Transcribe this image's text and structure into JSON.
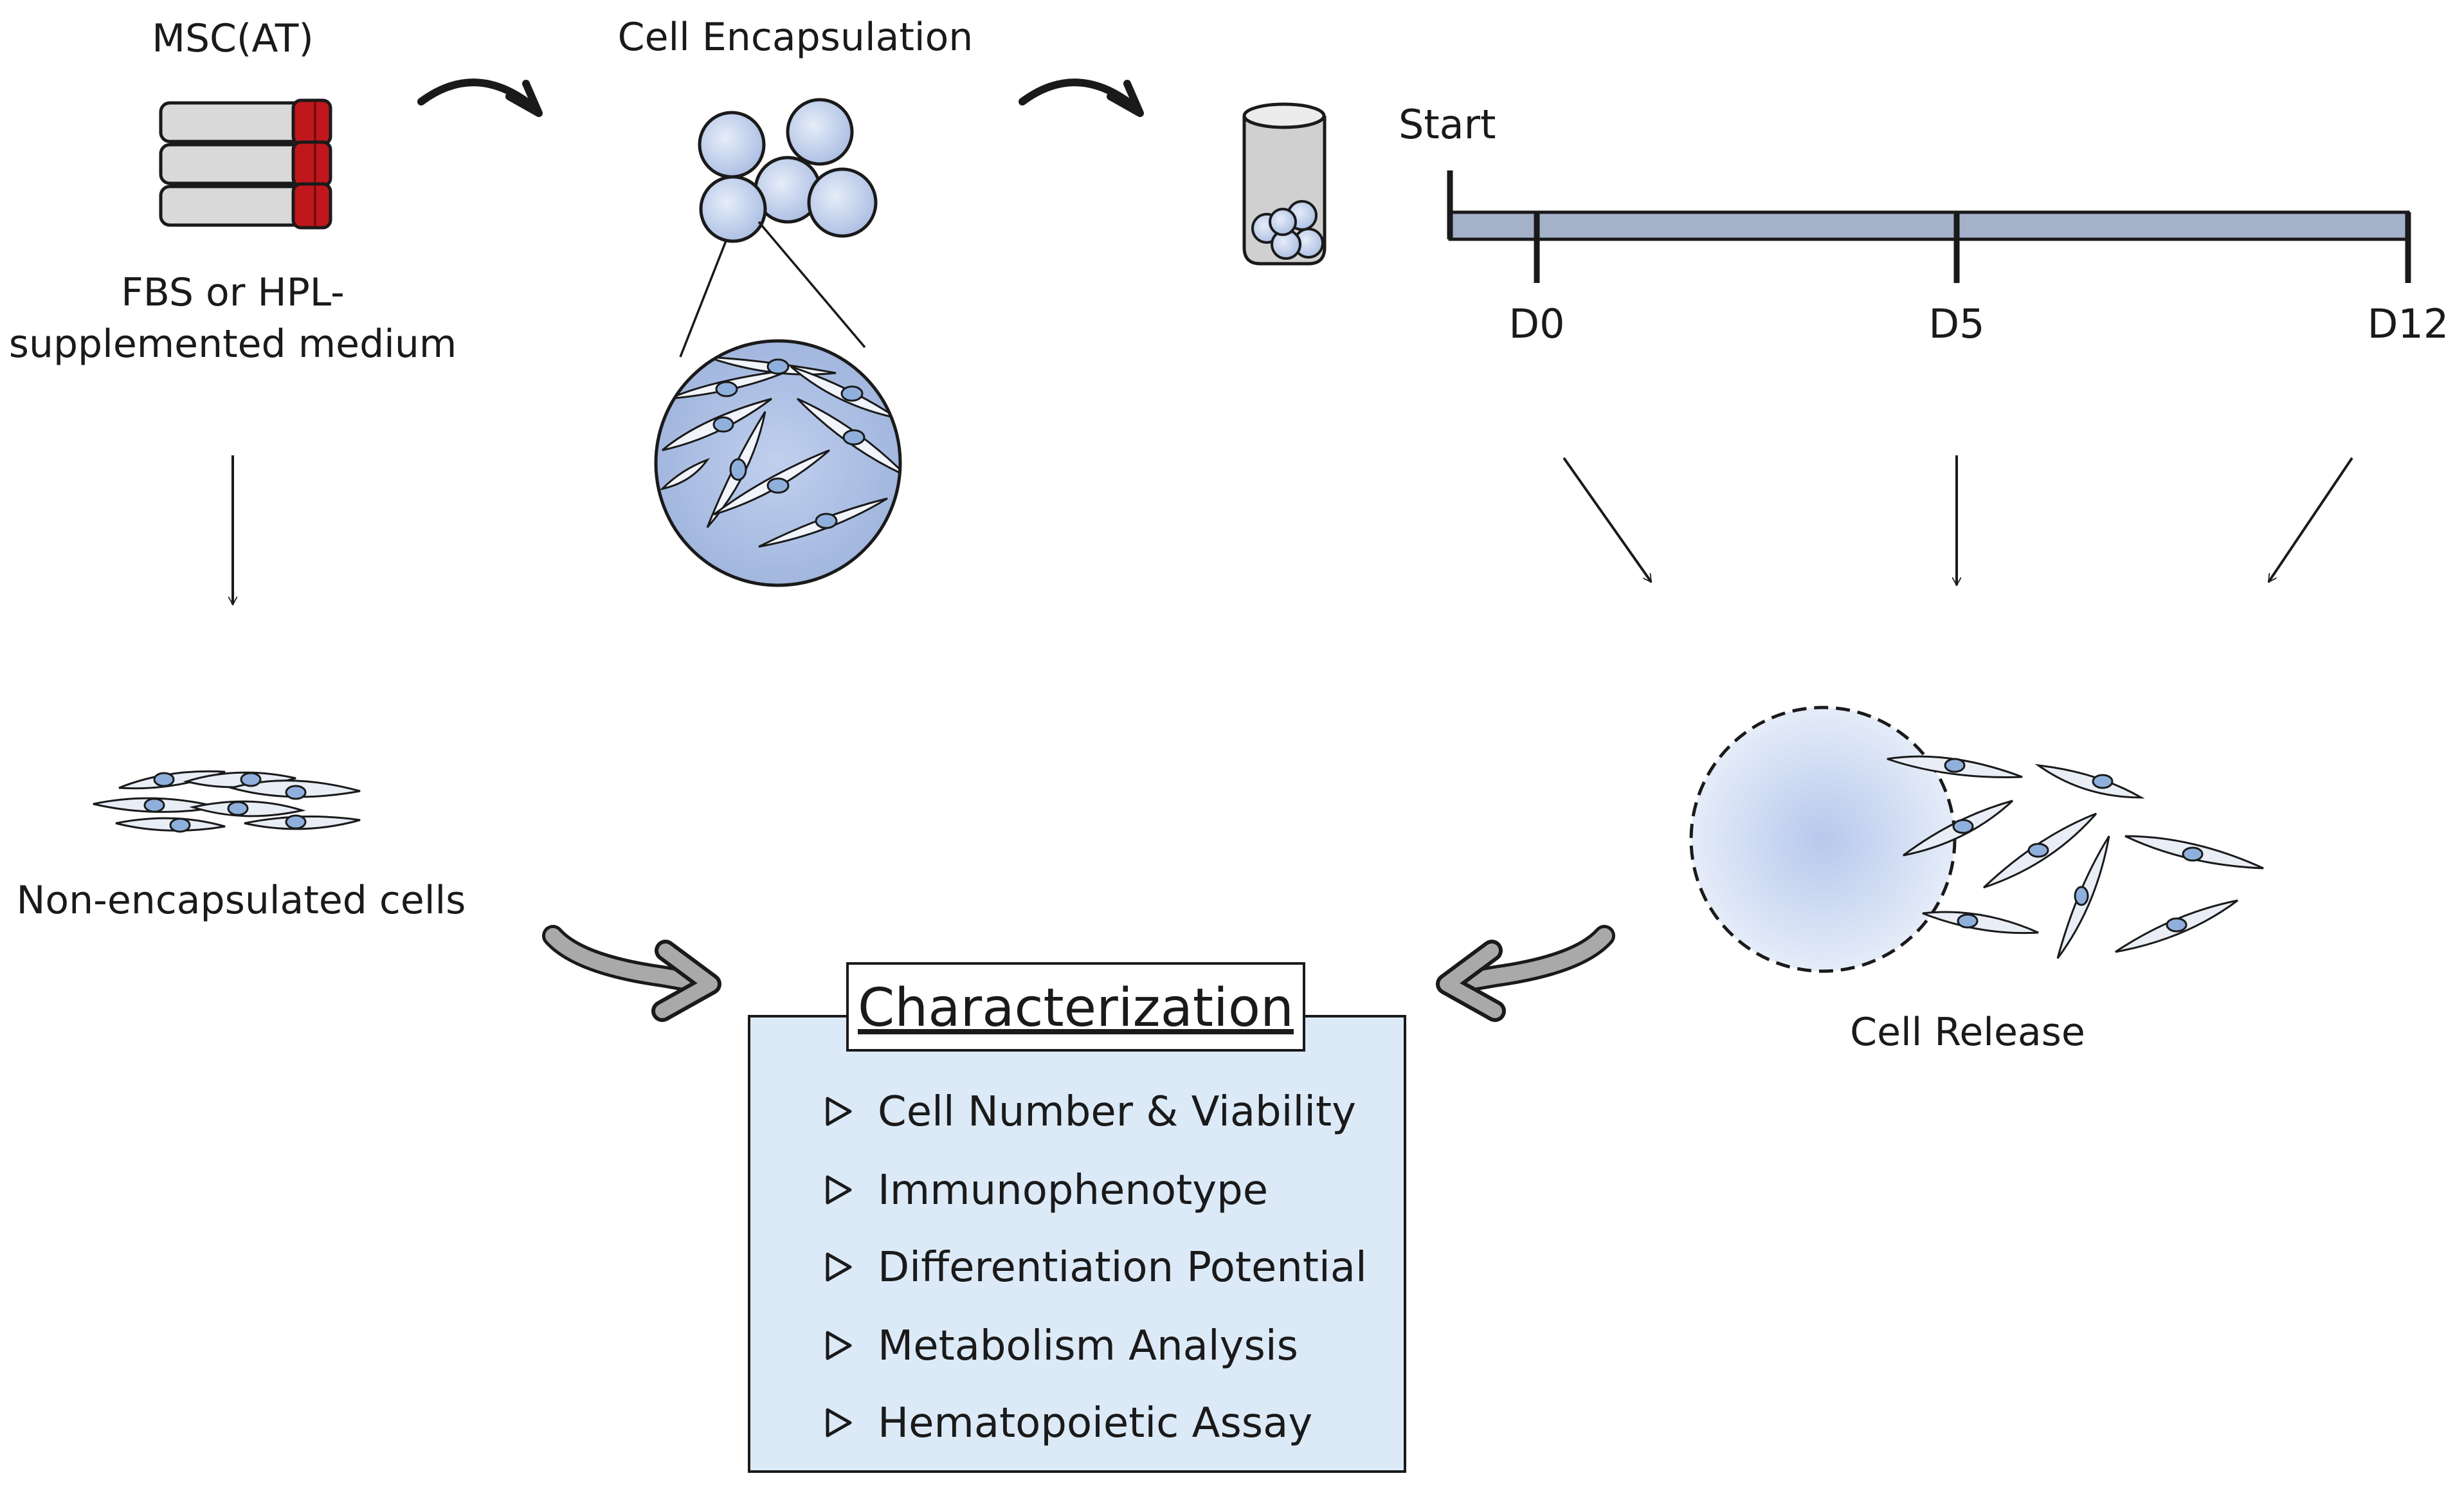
{
  "labels": {
    "msc": "MSC(AT)",
    "medium_line1": "FBS or HPL-",
    "medium_line2": "supplemented medium",
    "encapsulation": "Cell Encapsulation",
    "non_encapsulated": "Non-encapsulated cells",
    "cell_release": "Cell Release"
  },
  "timeline": {
    "start_label": "Start",
    "days": [
      "D0",
      "D5",
      "D12"
    ]
  },
  "characterization": {
    "title": "Characterization",
    "items": [
      "Cell Number & Viability",
      "Immunophenotype",
      "Differentiation Potential",
      "Metabolism Analysis",
      "Hematopoietic Assay"
    ]
  },
  "colors": {
    "flask_cap": "#c0171c",
    "capsule_fill": "#c5d3ee",
    "timeline_bar": "#a4b1c9",
    "box_fill": "#dce9f7",
    "cell_fill": "#e8edf6",
    "nucleus": "#8fb0dc",
    "outline": "#1a1a1a"
  }
}
